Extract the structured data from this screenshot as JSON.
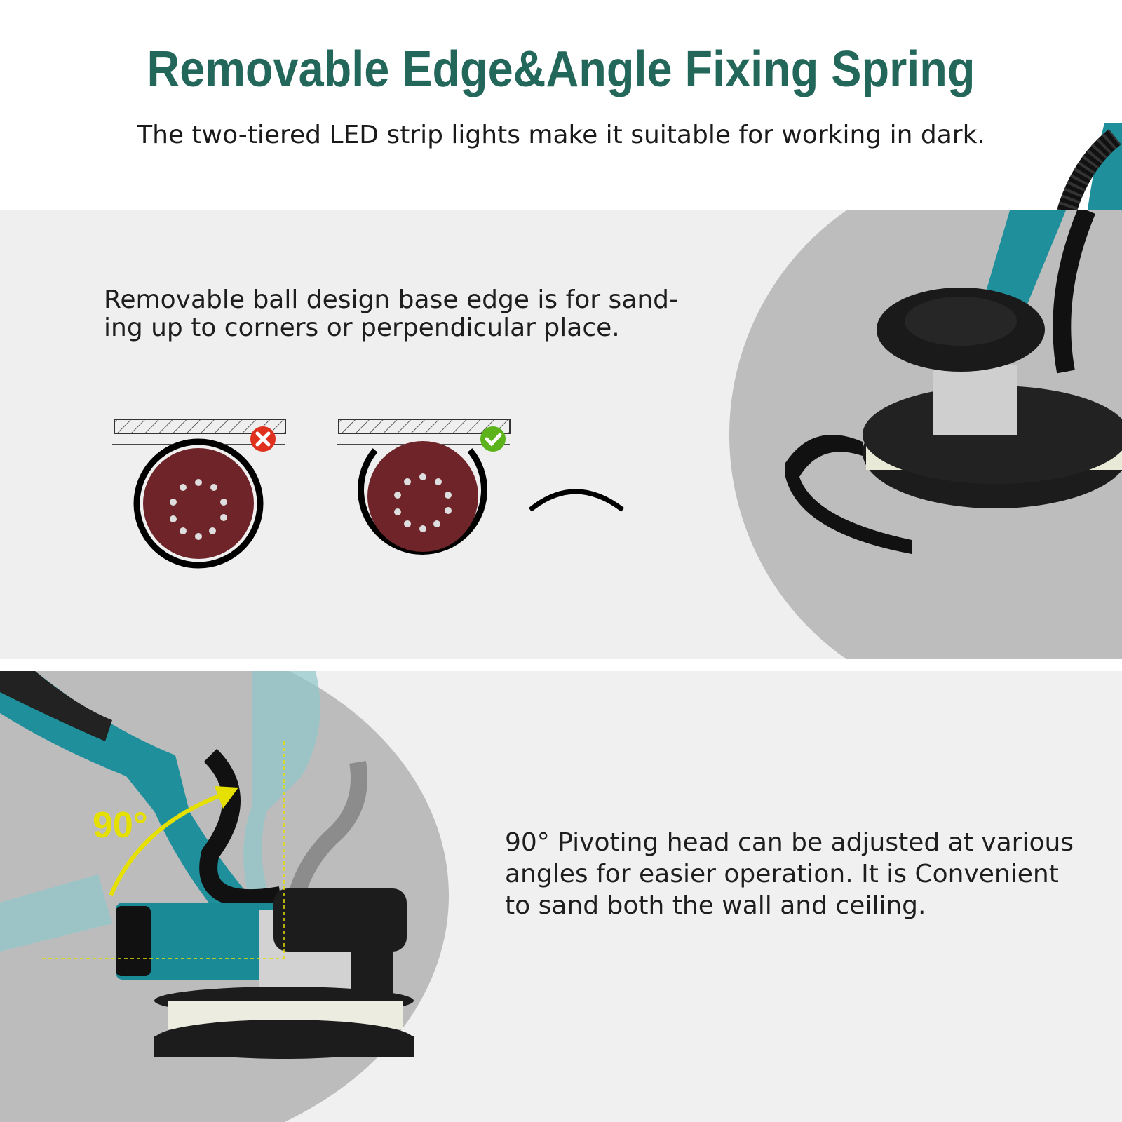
{
  "header": {
    "title": "Removable Edge&Angle Fixing Spring",
    "subtitle": "The two-tiered LED strip lights make it suitable for working in dark."
  },
  "section_edge": {
    "description_line1": "Removable ball design base edge is for sand-",
    "description_line2": "ing up to corners or perpendicular place.",
    "diagrams": [
      {
        "label": "incorrect",
        "icon": "x-mark-icon",
        "color": "#e0301e"
      },
      {
        "label": "correct",
        "icon": "check-mark-icon",
        "color": "#5db31c"
      }
    ],
    "disc_color": "#6e2428",
    "removed_edge_icon": "arc-segment-icon"
  },
  "section_pivot": {
    "angle_label": "90°",
    "description_line1": "90° Pivoting head can be adjusted at various",
    "description_line2": "angles for easier operation. It is Convenient",
    "description_line3": "to sand both the wall and ceiling."
  },
  "colors": {
    "title": "#23675B",
    "accent_teal": "#1f8f9c",
    "arrow_yellow": "#e6e000"
  }
}
